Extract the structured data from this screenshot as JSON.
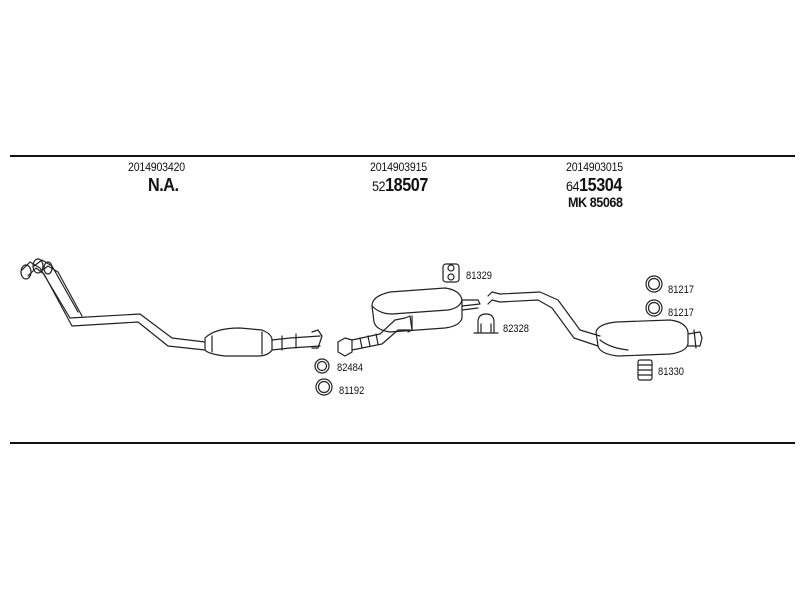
{
  "assembly_1": {
    "oem_number": "2014903420",
    "ref_number": "N.A."
  },
  "assembly_2": {
    "oem_number": "2014903915",
    "ref_prefix": "52",
    "ref_number": "18507"
  },
  "assembly_3": {
    "oem_number": "2014903015",
    "ref_prefix": "64",
    "ref_number": "15304",
    "kit_number": "MK 85068"
  },
  "parts": {
    "ring_82484": "82484",
    "ring_81192": "81192",
    "hanger_81329": "81329",
    "clamp_82328": "82328",
    "ring_81217_a": "81217",
    "ring_81217_b": "81217",
    "mount_81330": "81330"
  }
}
